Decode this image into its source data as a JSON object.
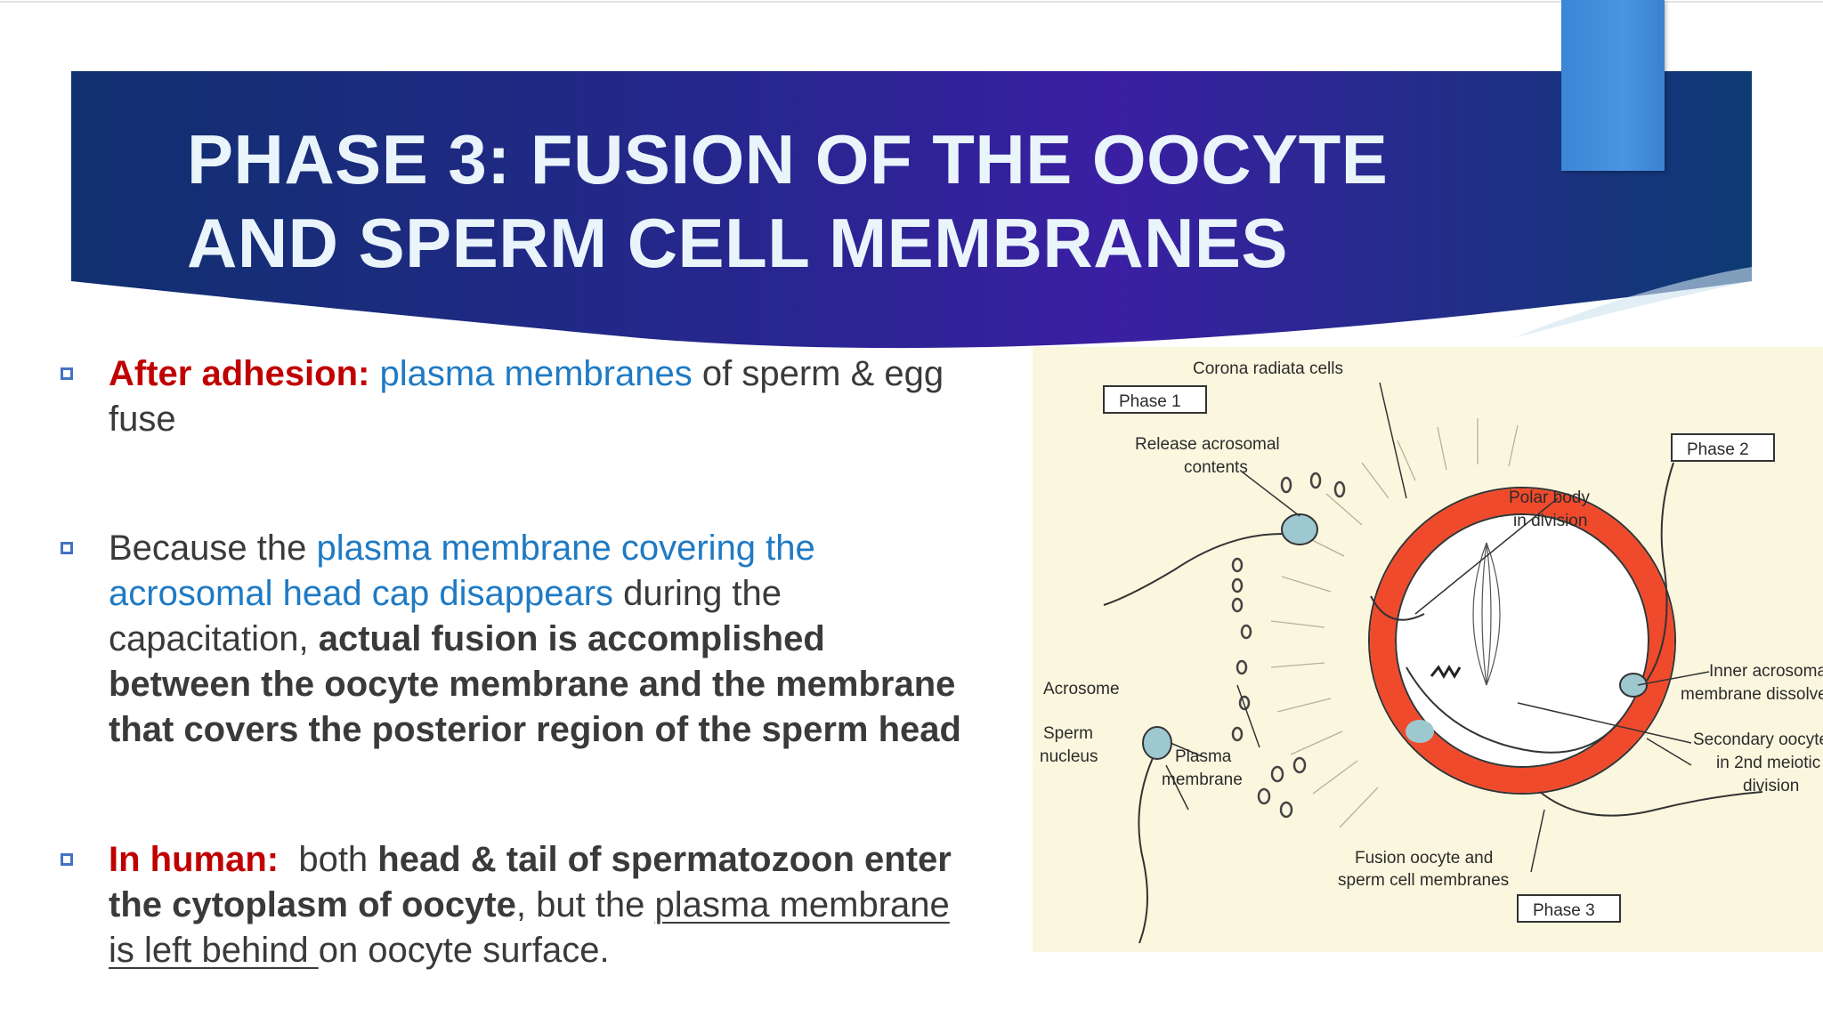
{
  "slide": {
    "title_line1": "PHASE 3: FUSION OF THE OOCYTE",
    "title_line2": "AND SPERM CELL MEMBRANES",
    "colors": {
      "banner_dark": "#0f2f6e",
      "banner_purple": "#3a1fa0",
      "accent_tab": "#4a94e0",
      "red": "#c00000",
      "blue": "#1f7ac4"
    }
  },
  "bullets": {
    "b1": {
      "lead": "After adhesion:",
      "blue": "plasma membranes",
      "rest1": " of sperm & egg",
      "rest2": "fuse"
    },
    "b2": {
      "intro": "Because the ",
      "blue1": "plasma membrane covering the",
      "blue2": "acrosomal head cap disappears",
      "after_blue": " during the",
      "line3a": "capacitation, ",
      "line3b": "actual fusion is accomplished",
      "line4": "between the oocyte membrane and the membrane",
      "line5": "that covers the posterior region of the sperm head"
    },
    "b3": {
      "lead": "In human:",
      "mid": "  both ",
      "bold1": "head & tail of spermatozoon enter",
      "bold2": "the cytoplasm of oocyte",
      "mid2": ", but the ",
      "ul1": "plasma membrane",
      "ul2": "is left behind ",
      "end": "on oocyte surface."
    }
  },
  "diagram": {
    "labels": {
      "corona": "Corona radiata cells",
      "phase1": "Phase 1",
      "release1": "Release acrosomal",
      "release2": "contents",
      "phase2": "Phase 2",
      "polar1": "Polar body",
      "polar2": "in division",
      "acrosome": "Acrosome",
      "sperm1": "Sperm",
      "sperm2": "nucleus",
      "plasma1": "Plasma",
      "plasma2": "membrane",
      "inner1": "Inner acrosomal",
      "inner2": "membrane dissolves",
      "secondary1": "Secondary oocyte",
      "secondary2": "in 2nd meiotic",
      "secondary3": "division",
      "fusion1": "Fusion oocyte and",
      "fusion2": "sperm cell membranes",
      "phase3": "Phase 3"
    }
  }
}
